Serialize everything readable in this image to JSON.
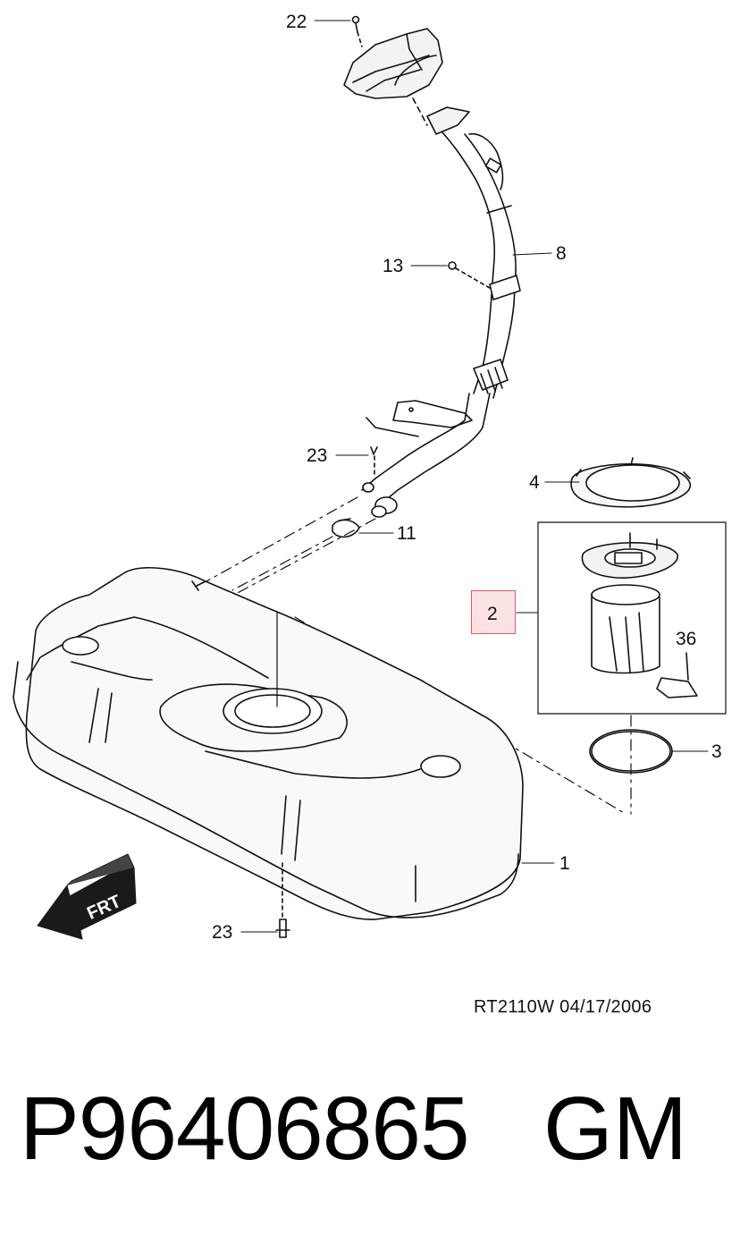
{
  "callouts": {
    "c22": "22",
    "c13": "13",
    "c8": "8",
    "c23_top": "23",
    "c4": "4",
    "c11": "11",
    "c2": "2",
    "c36": "36",
    "c3": "3",
    "c1": "1",
    "c23_bottom": "23"
  },
  "direction_marker": {
    "label": "FRT"
  },
  "reference": "RT2110W  04/17/2006",
  "part_number": "P96406865",
  "brand": "GM",
  "colors": {
    "line": "#111111",
    "highlight_fill": "#fde2e4",
    "highlight_border": "#e05566"
  }
}
